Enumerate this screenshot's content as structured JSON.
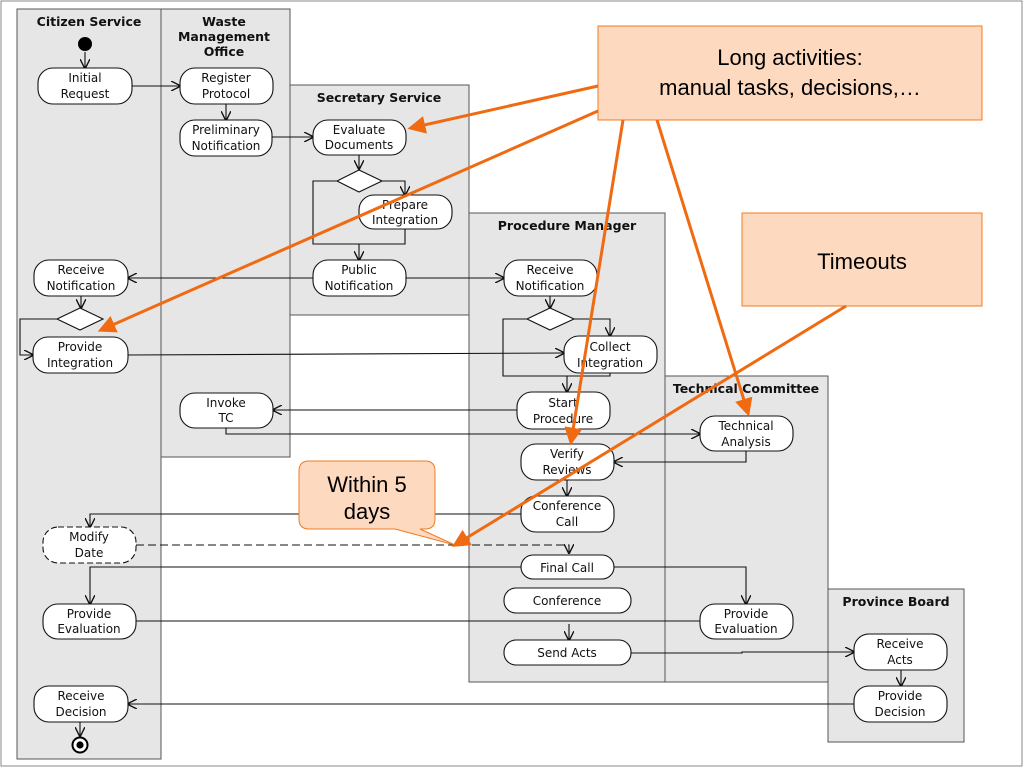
{
  "lanes": {
    "citizen": "Citizen Service",
    "waste": [
      "Waste",
      "Management",
      "Office"
    ],
    "secretary": "Secretary Service",
    "procedure": "Procedure Manager",
    "technical": "Technical Committee",
    "province": "Province Board"
  },
  "activities": {
    "initial_request": [
      "Initial",
      "Request"
    ],
    "register_protocol": [
      "Register",
      "Protocol"
    ],
    "preliminary_notification": [
      "Preliminary",
      "Notification"
    ],
    "evaluate_documents": [
      "Evaluate",
      "Documents"
    ],
    "prepare_integration": [
      "Prepare",
      "Integration"
    ],
    "public_notification": [
      "Public",
      "Notification"
    ],
    "receive_notification_citizen": [
      "Receive",
      "Notification"
    ],
    "receive_notification_pm": [
      "Receive",
      "Notification"
    ],
    "provide_integration": [
      "Provide",
      "Integration"
    ],
    "collect_integration": [
      "Collect",
      "Integration"
    ],
    "invoke_tc": [
      "Invoke",
      "TC"
    ],
    "start_procedure": [
      "Start",
      "Procedure"
    ],
    "technical_analysis": [
      "Technical",
      "Analysis"
    ],
    "verify_reviews": [
      "Verify",
      "Reviews"
    ],
    "conference_call": [
      "Conference",
      "Call"
    ],
    "modify_date": [
      "Modify",
      "Date"
    ],
    "final_call": [
      "Final Call"
    ],
    "conference": [
      "Conference"
    ],
    "provide_evaluation_citizen": [
      "Provide",
      "Evaluation"
    ],
    "provide_evaluation_tc": [
      "Provide",
      "Evaluation"
    ],
    "send_acts": [
      "Send Acts"
    ],
    "receive_acts": [
      "Receive",
      "Acts"
    ],
    "provide_decision": [
      "Provide",
      "Decision"
    ],
    "receive_decision": [
      "Receive",
      "Decision"
    ]
  },
  "callouts": {
    "long_activities": [
      "Long activities:",
      "manual tasks, decisions,…"
    ],
    "timeouts": [
      "Timeouts"
    ],
    "within_5_days": [
      "Within 5",
      "days"
    ]
  },
  "colors": {
    "lane_fill": "#e6e6e6",
    "callout_fill": "#fdd9c0",
    "callout_border": "#f07c22",
    "arrow_orange": "#f06a12"
  }
}
